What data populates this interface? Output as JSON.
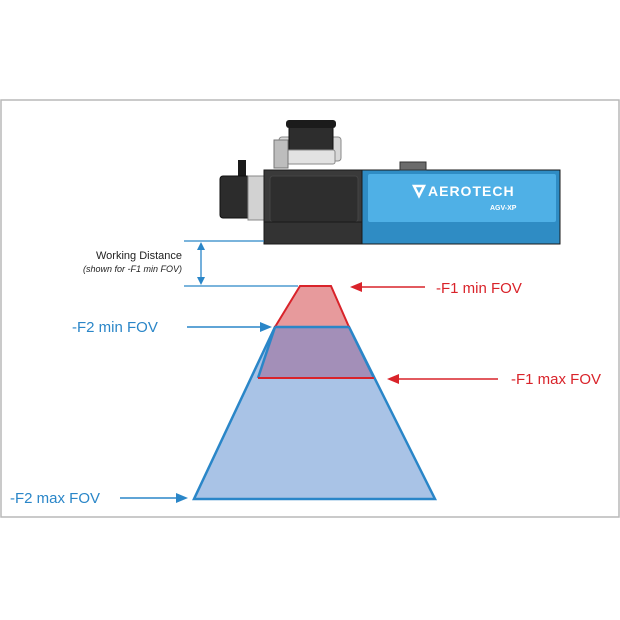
{
  "device": {
    "brand": "AEROTECH",
    "model": "AGV-XP",
    "colors": {
      "body": "#3a3a3a",
      "panel": "#4fb0e6",
      "panel_dark": "#2f8cc4"
    }
  },
  "working_distance": {
    "label": "Working Distance",
    "note": "(shown for -F1 min FOV)"
  },
  "labels": {
    "f1_min": "-F1 min FOV",
    "f1_max": "-F1 max FOV",
    "f2_min": "-F2 min FOV",
    "f2_max": "-F2 max FOV"
  },
  "colors": {
    "f1": "#d9232a",
    "f2": "#2a86c8",
    "f1_fill": "#e79a9c",
    "f2_fill": "#a9c3e6",
    "overlap_fill": "#a38fb8",
    "frame": "#b9b9b9",
    "dimension": "#2a86c8"
  }
}
